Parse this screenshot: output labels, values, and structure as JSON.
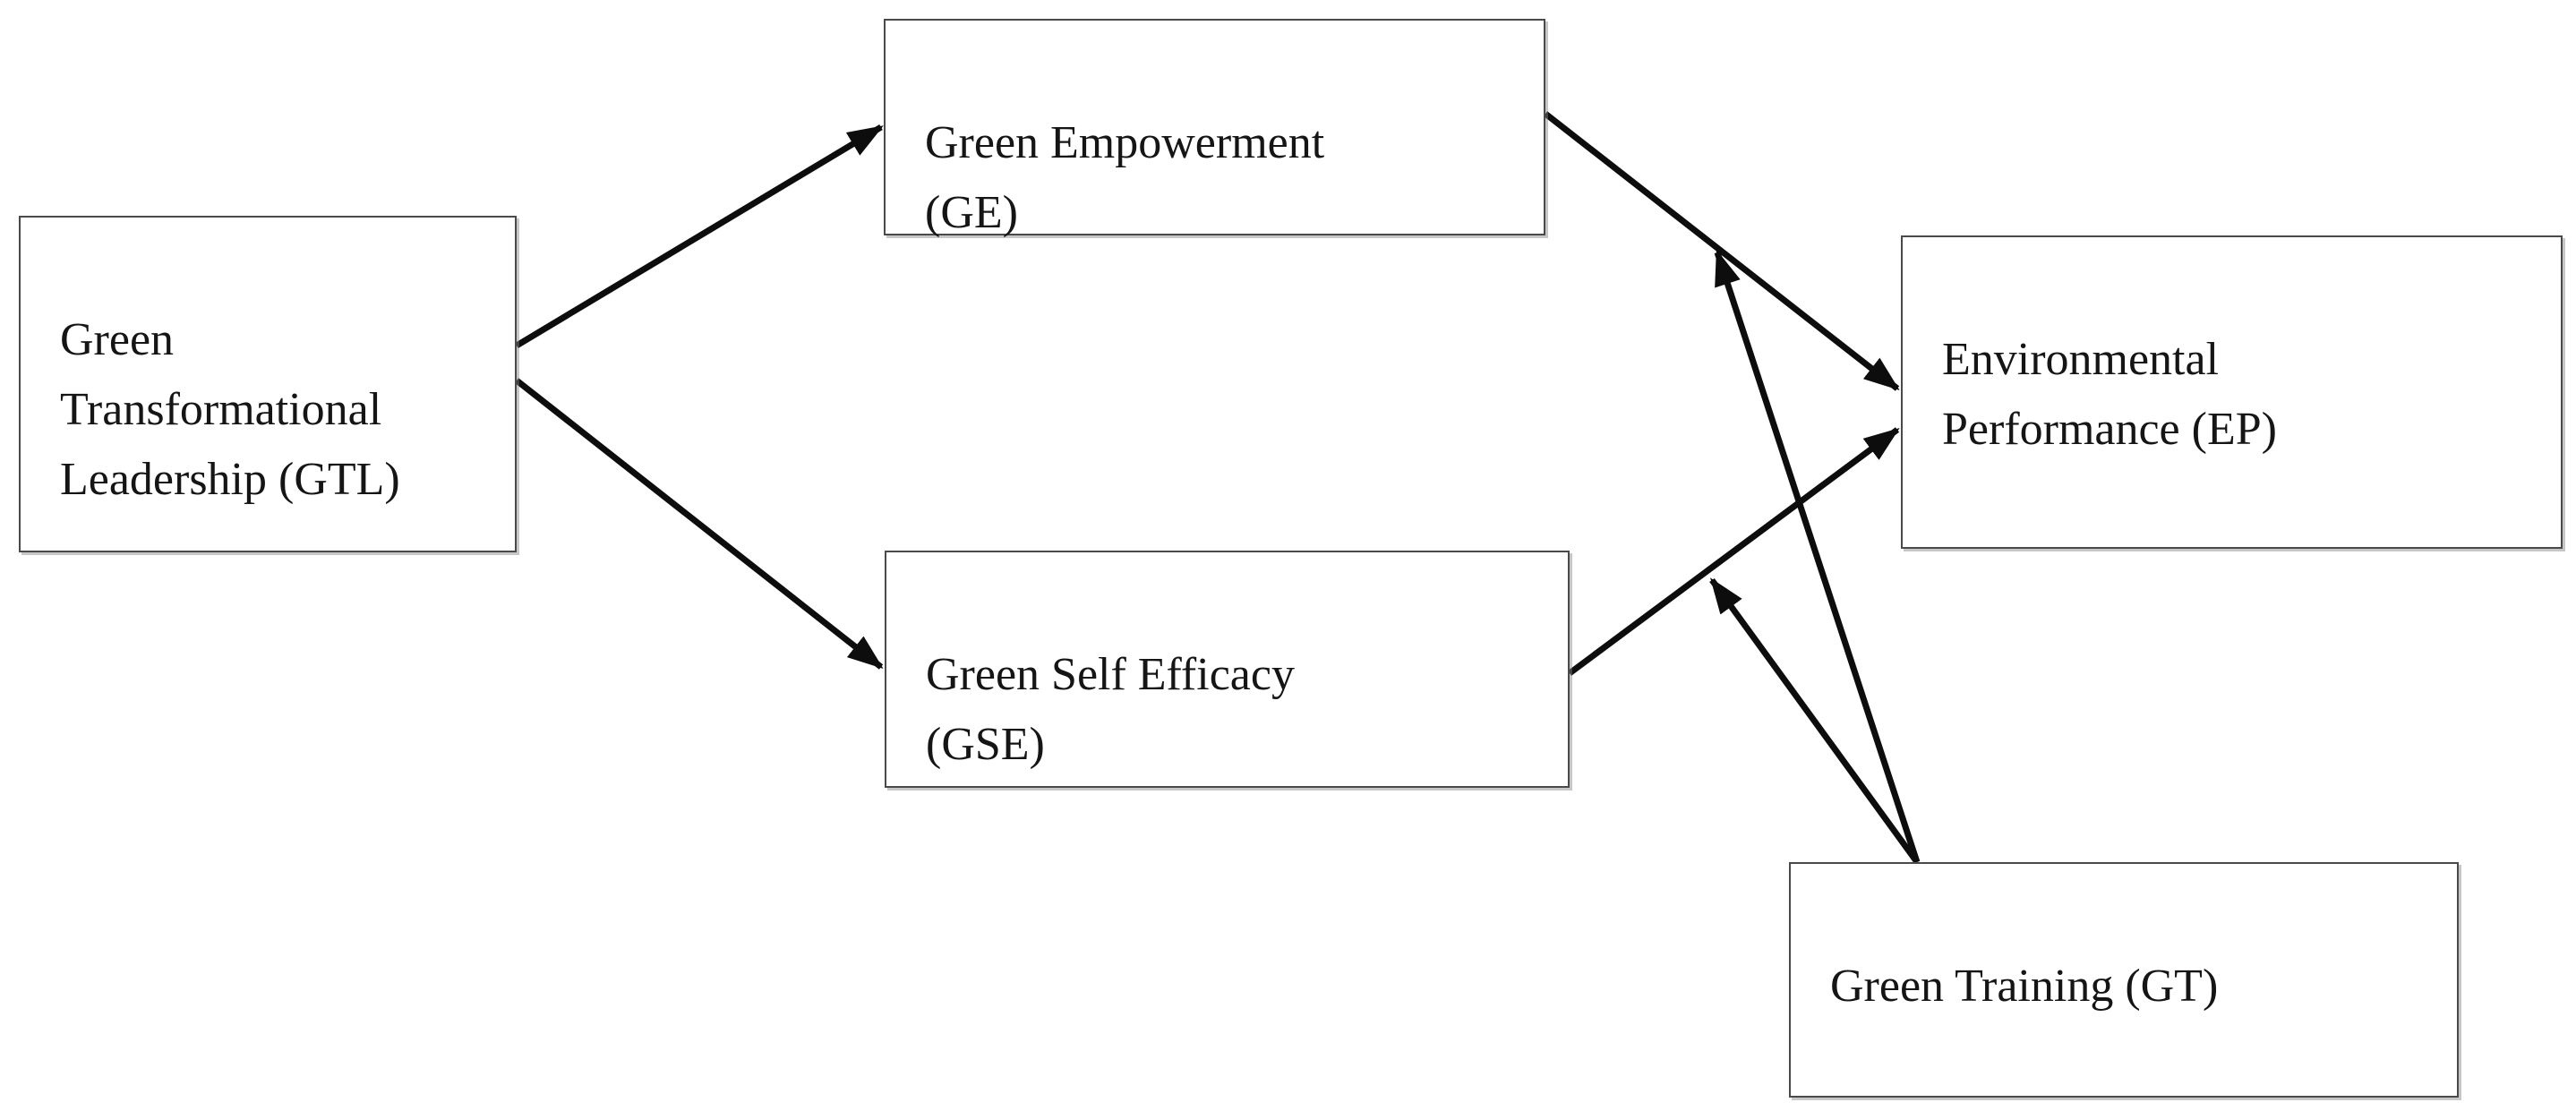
{
  "diagram": {
    "background_color": "#ffffff",
    "box_border_color": "#4a4a4a",
    "arrow_color": "#0d0d0d",
    "text_color": "#151515",
    "nodes": {
      "gtl": {
        "label": "Green\nTransformational\nLeadership (GTL)"
      },
      "ge": {
        "label": "Green Empowerment\n(GE)"
      },
      "gse": {
        "label": "Green Self Efficacy\n(GSE)"
      },
      "ep": {
        "label": "Environmental\nPerformance (EP)"
      },
      "gt": {
        "label": "Green Training (GT)"
      }
    },
    "edges": [
      {
        "from": "GTL",
        "to": "GE",
        "type": "direct"
      },
      {
        "from": "GTL",
        "to": "GSE",
        "type": "direct"
      },
      {
        "from": "GE",
        "to": "EP",
        "type": "direct"
      },
      {
        "from": "GSE",
        "to": "EP",
        "type": "direct"
      },
      {
        "from": "GT",
        "to": "GE-EP path",
        "type": "moderation"
      },
      {
        "from": "GT",
        "to": "GSE-EP path",
        "type": "moderation"
      }
    ]
  }
}
